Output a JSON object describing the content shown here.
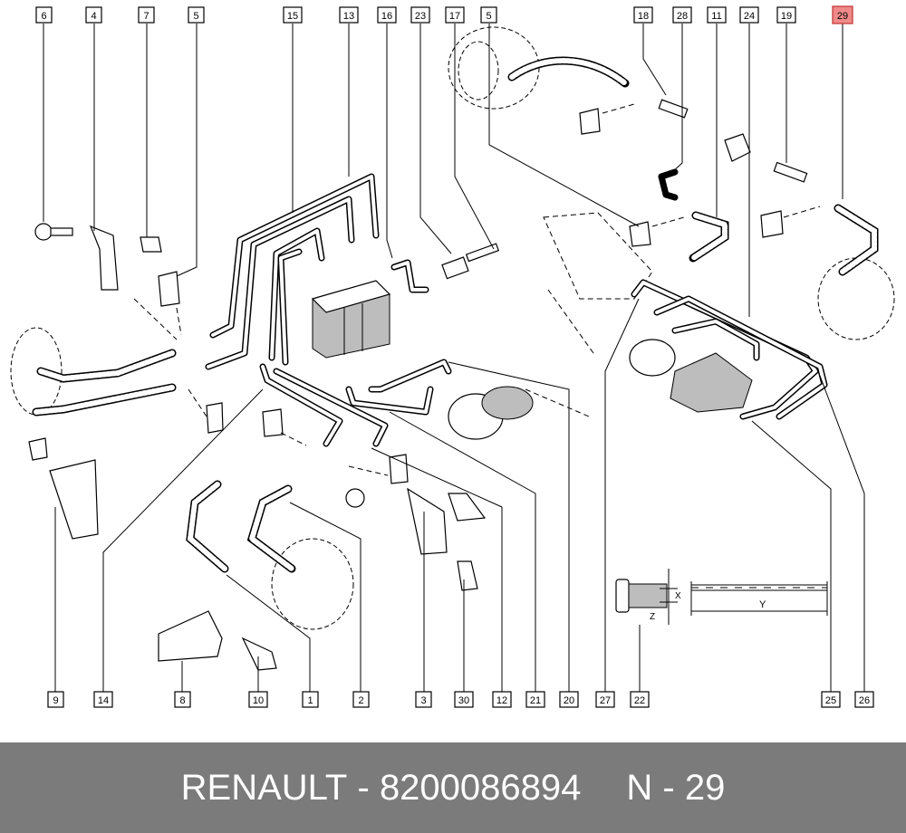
{
  "callouts_top": [
    "6",
    "4",
    "7",
    "5",
    "15",
    "13",
    "16",
    "23",
    "17",
    "5",
    "18",
    "28",
    "11",
    "24",
    "19",
    "29"
  ],
  "callouts_bottom": [
    "9",
    "14",
    "8",
    "10",
    "1",
    "2",
    "3",
    "30",
    "12",
    "21",
    "20",
    "27",
    "22",
    "25",
    "26"
  ],
  "highlight_callout": "29",
  "dimension_labels": {
    "x": "X",
    "z": "Z",
    "y": "Y"
  },
  "footer": {
    "brand": "RENAULT",
    "separator": "-",
    "part_number": "8200086894",
    "position_prefix": "N",
    "position_value": "29"
  },
  "colors": {
    "highlight": "#f08a8a",
    "footer_bg": "#7b7b7b",
    "footer_text": "#ffffff"
  }
}
